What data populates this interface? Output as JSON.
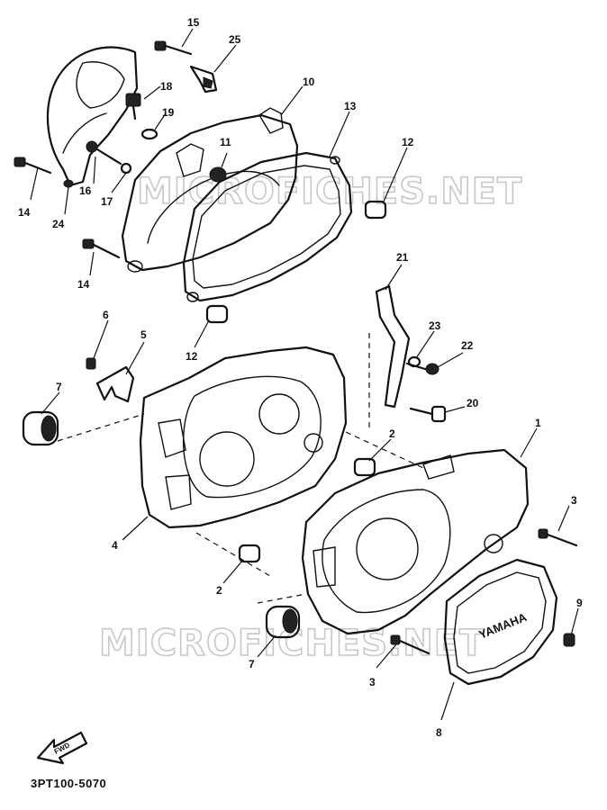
{
  "diagram": {
    "code": "3PT100-5070",
    "watermark_top": "MICROFICHES.NET",
    "watermark_bottom": "MICROFICHES.NET",
    "cover_brand": "YAMAHA",
    "fwd_label": "FWD",
    "callouts": {
      "c1": "1",
      "c2a": "2",
      "c2b": "2",
      "c3a": "3",
      "c3b": "3",
      "c4": "4",
      "c5": "5",
      "c6": "6",
      "c7a": "7",
      "c7b": "7",
      "c8": "8",
      "c9": "9",
      "c10": "10",
      "c11": "11",
      "c12a": "12",
      "c12b": "12",
      "c13": "13",
      "c14a": "14",
      "c14b": "14",
      "c15": "15",
      "c16": "16",
      "c17": "17",
      "c18": "18",
      "c19": "19",
      "c20": "20",
      "c21": "21",
      "c22": "22",
      "c23": "23",
      "c24": "24",
      "c25": "25"
    }
  }
}
